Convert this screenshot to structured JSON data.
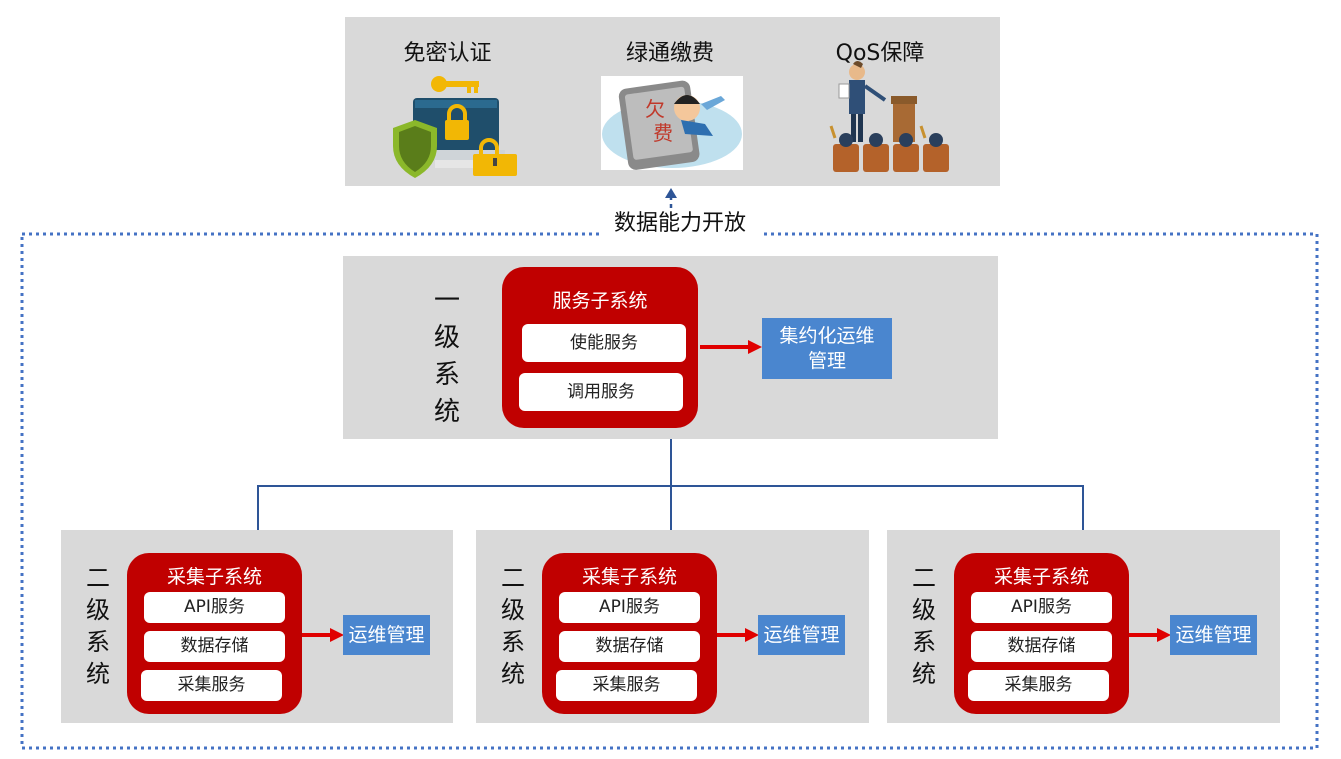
{
  "top_panel": {
    "features": [
      {
        "label": "免密认证",
        "icon": "key-lock-shield-icon"
      },
      {
        "label": "绿通缴费",
        "icon": "tablet-payment-icon"
      },
      {
        "label": "QoS保障",
        "icon": "presenter-audience-icon"
      }
    ]
  },
  "open_label": "数据能力开放",
  "level1": {
    "label_chars": [
      "一",
      "级",
      "系",
      "统"
    ],
    "subsystem_title": "服务子系统",
    "services": [
      "使能服务",
      "调用服务"
    ],
    "ops_label_lines": [
      "集约化运维",
      "管理"
    ]
  },
  "level2": [
    {
      "label_chars": [
        "二",
        "级",
        "系",
        "统"
      ],
      "subsystem_title": "采集子系统",
      "services": [
        "API服务",
        "数据存储",
        "采集服务"
      ],
      "ops_label": "运维管理"
    },
    {
      "label_chars": [
        "二",
        "级",
        "系",
        "统"
      ],
      "subsystem_title": "采集子系统",
      "services": [
        "API服务",
        "数据存储",
        "采集服务"
      ],
      "ops_label": "运维管理"
    },
    {
      "label_chars": [
        "二",
        "级",
        "系",
        "统"
      ],
      "subsystem_title": "采集子系统",
      "services": [
        "API服务",
        "数据存储",
        "采集服务"
      ],
      "ops_label": "运维管理"
    }
  ],
  "colors": {
    "red": "#c00000",
    "blue_box": "#4a86cf",
    "connector": "#2e5597",
    "dashed_border": "#4472c4",
    "arrow": "#e00000"
  }
}
